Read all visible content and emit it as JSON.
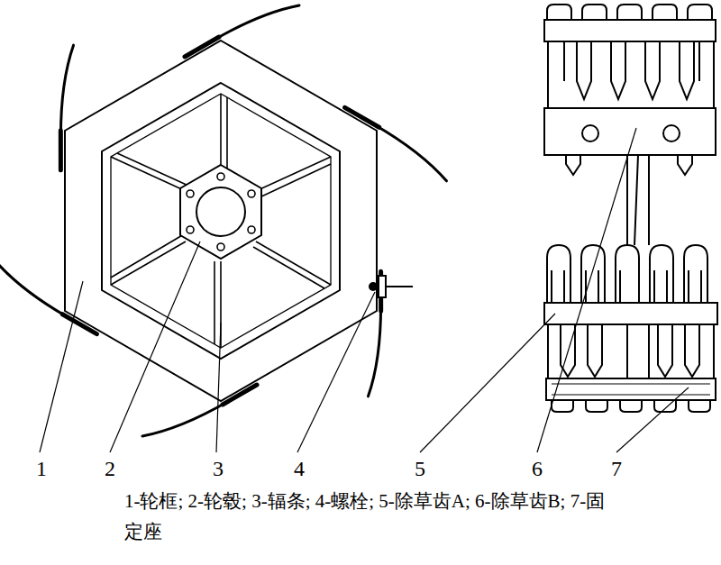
{
  "diagram": {
    "caption": "1-轮框; 2-轮毂; 3-辐条; 4-螺栓; 5-除草齿A; 6-除草齿B; 7-固定座",
    "labels": [
      "1",
      "2",
      "3",
      "4",
      "5",
      "6",
      "7"
    ]
  }
}
